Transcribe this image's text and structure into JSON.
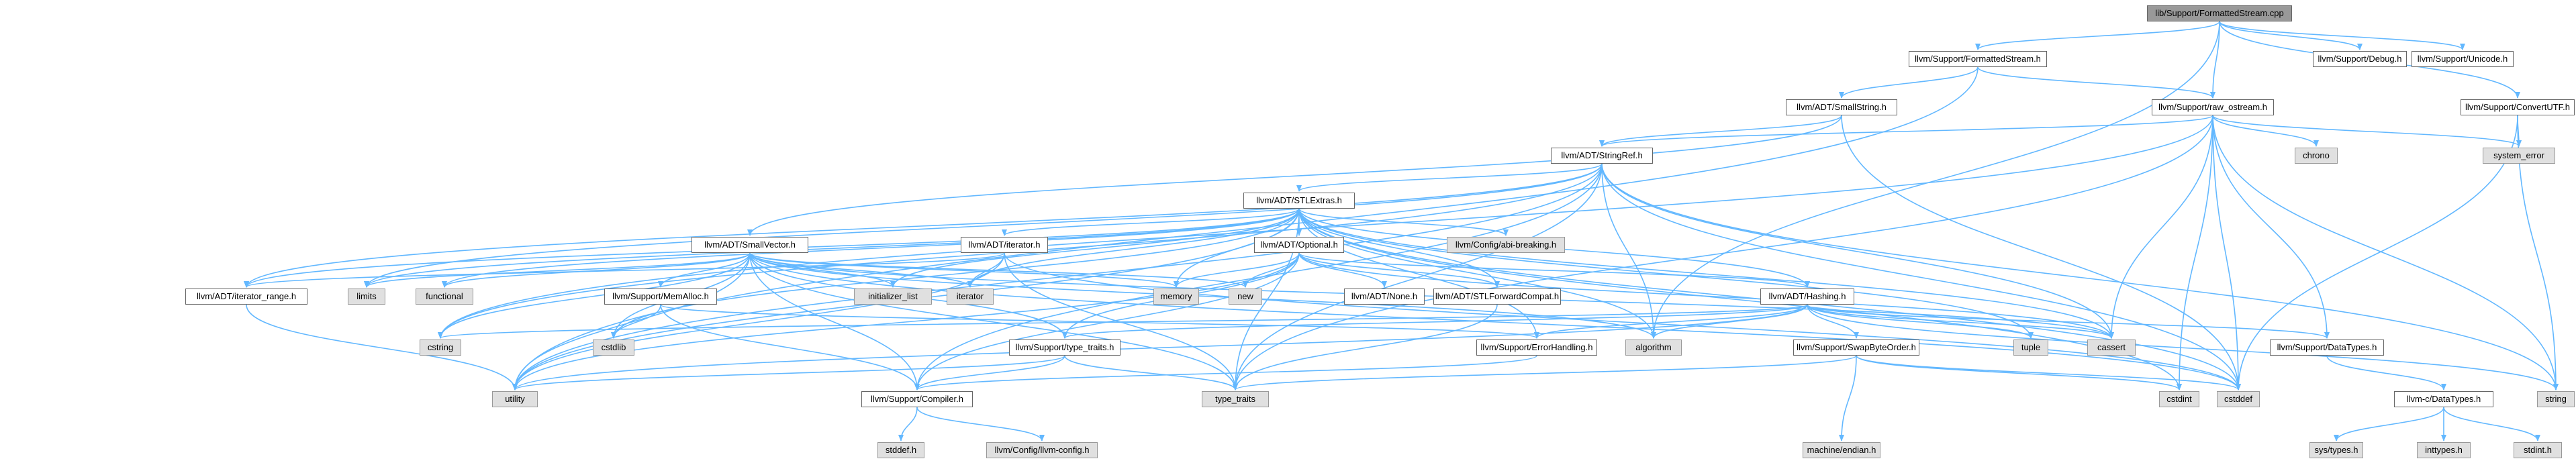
{
  "nodes": [
    {
      "id": "root",
      "label": "lib/Support/FormattedStream.cpp",
      "kind": "root"
    },
    {
      "id": "fs_h",
      "label": "llvm/Support/FormattedStream.h",
      "kind": "local"
    },
    {
      "id": "debug",
      "label": "llvm/Support/Debug.h",
      "kind": "local"
    },
    {
      "id": "unicode",
      "label": "llvm/Support/Unicode.h",
      "kind": "local"
    },
    {
      "id": "smallstring",
      "label": "llvm/ADT/SmallString.h",
      "kind": "local"
    },
    {
      "id": "raw_ostream",
      "label": "llvm/Support/raw_ostream.h",
      "kind": "local"
    },
    {
      "id": "convertutf",
      "label": "llvm/Support/ConvertUTF.h",
      "kind": "local"
    },
    {
      "id": "stringref",
      "label": "llvm/ADT/StringRef.h",
      "kind": "local"
    },
    {
      "id": "chrono",
      "label": "chrono",
      "kind": "system"
    },
    {
      "id": "system_error",
      "label": "system_error",
      "kind": "system"
    },
    {
      "id": "stlextras",
      "label": "llvm/ADT/STLExtras.h",
      "kind": "local"
    },
    {
      "id": "smallvector",
      "label": "llvm/ADT/SmallVector.h",
      "kind": "local"
    },
    {
      "id": "iterator_h",
      "label": "llvm/ADT/iterator.h",
      "kind": "local"
    },
    {
      "id": "optional",
      "label": "llvm/ADT/Optional.h",
      "kind": "local"
    },
    {
      "id": "abi_breaking",
      "label": "llvm/Config/abi-breaking.h",
      "kind": "system"
    },
    {
      "id": "iterator_range",
      "label": "llvm/ADT/iterator_range.h",
      "kind": "local"
    },
    {
      "id": "limits",
      "label": "limits",
      "kind": "system"
    },
    {
      "id": "functional",
      "label": "functional",
      "kind": "system"
    },
    {
      "id": "memalloc",
      "label": "llvm/Support/MemAlloc.h",
      "kind": "local"
    },
    {
      "id": "initializer_list",
      "label": "initializer_list",
      "kind": "system"
    },
    {
      "id": "iterator",
      "label": "iterator",
      "kind": "system"
    },
    {
      "id": "memory",
      "label": "memory",
      "kind": "system"
    },
    {
      "id": "new",
      "label": "new",
      "kind": "system"
    },
    {
      "id": "none",
      "label": "llvm/ADT/None.h",
      "kind": "local"
    },
    {
      "id": "stlforward",
      "label": "llvm/ADT/STLForwardCompat.h",
      "kind": "local"
    },
    {
      "id": "hashing",
      "label": "llvm/ADT/Hashing.h",
      "kind": "local"
    },
    {
      "id": "tuple",
      "label": "tuple",
      "kind": "system"
    },
    {
      "id": "cassert",
      "label": "cassert",
      "kind": "system"
    },
    {
      "id": "datatypes",
      "label": "llvm/Support/DataTypes.h",
      "kind": "local"
    },
    {
      "id": "cstring",
      "label": "cstring",
      "kind": "system"
    },
    {
      "id": "cstdlib",
      "label": "cstdlib",
      "kind": "system"
    },
    {
      "id": "type_traits_h",
      "label": "llvm/Support/type_traits.h",
      "kind": "local"
    },
    {
      "id": "errorhandling",
      "label": "llvm/Support/ErrorHandling.h",
      "kind": "local"
    },
    {
      "id": "algorithm",
      "label": "algorithm",
      "kind": "system"
    },
    {
      "id": "swapbyteorder",
      "label": "llvm/Support/SwapByteOrder.h",
      "kind": "local"
    },
    {
      "id": "utility",
      "label": "utility",
      "kind": "system"
    },
    {
      "id": "compiler",
      "label": "llvm/Support/Compiler.h",
      "kind": "local"
    },
    {
      "id": "type_traits",
      "label": "type_traits",
      "kind": "system"
    },
    {
      "id": "machine_endian",
      "label": "machine/endian.h",
      "kind": "system"
    },
    {
      "id": "cstdint",
      "label": "cstdint",
      "kind": "system"
    },
    {
      "id": "cstddef",
      "label": "cstddef",
      "kind": "system"
    },
    {
      "id": "string",
      "label": "string",
      "kind": "system"
    },
    {
      "id": "c_datatypes",
      "label": "llvm-c/DataTypes.h",
      "kind": "local"
    },
    {
      "id": "stddef_h",
      "label": "stddef.h",
      "kind": "system"
    },
    {
      "id": "llvm_config",
      "label": "llvm/Config/llvm-config.h",
      "kind": "system"
    },
    {
      "id": "sys_types",
      "label": "sys/types.h",
      "kind": "system"
    },
    {
      "id": "inttypes",
      "label": "inttypes.h",
      "kind": "system"
    },
    {
      "id": "stdint_h",
      "label": "stdint.h",
      "kind": "system"
    }
  ],
  "edges": [
    [
      "root",
      "fs_h"
    ],
    [
      "root",
      "debug"
    ],
    [
      "root",
      "unicode"
    ],
    [
      "root",
      "raw_ostream"
    ],
    [
      "root",
      "convertutf"
    ],
    [
      "root",
      "algorithm"
    ],
    [
      "fs_h",
      "smallstring"
    ],
    [
      "fs_h",
      "raw_ostream"
    ],
    [
      "fs_h",
      "utility"
    ],
    [
      "smallstring",
      "smallvector"
    ],
    [
      "smallstring",
      "stringref"
    ],
    [
      "smallstring",
      "cstddef"
    ],
    [
      "raw_ostream",
      "stringref"
    ],
    [
      "raw_ostream",
      "datatypes"
    ],
    [
      "raw_ostream",
      "cassert"
    ],
    [
      "raw_ostream",
      "chrono"
    ],
    [
      "raw_ostream",
      "cstddef"
    ],
    [
      "raw_ostream",
      "cstdint"
    ],
    [
      "raw_ostream",
      "cstring"
    ],
    [
      "raw_ostream",
      "string"
    ],
    [
      "raw_ostream",
      "system_error"
    ],
    [
      "raw_ostream",
      "type_traits"
    ],
    [
      "convertutf",
      "system_error"
    ],
    [
      "convertutf",
      "string"
    ],
    [
      "convertutf",
      "cstddef"
    ],
    [
      "stringref",
      "stlextras"
    ],
    [
      "stringref",
      "iterator_range"
    ],
    [
      "stringref",
      "compiler"
    ],
    [
      "stringref",
      "algorithm"
    ],
    [
      "stringref",
      "cassert"
    ],
    [
      "stringref",
      "cstddef"
    ],
    [
      "stringref",
      "cstring"
    ],
    [
      "stringref",
      "limits"
    ],
    [
      "stringref",
      "string"
    ],
    [
      "stringref",
      "type_traits"
    ],
    [
      "stringref",
      "utility"
    ],
    [
      "stlextras",
      "hashing"
    ],
    [
      "stlextras",
      "optional"
    ],
    [
      "stlextras",
      "stlforward"
    ],
    [
      "stlextras",
      "iterator_h"
    ],
    [
      "stlextras",
      "iterator_range"
    ],
    [
      "stlextras",
      "abi_breaking"
    ],
    [
      "stlextras",
      "errorhandling"
    ],
    [
      "stlextras",
      "algorithm"
    ],
    [
      "stlextras",
      "cassert"
    ],
    [
      "stlextras",
      "cstddef"
    ],
    [
      "stlextras",
      "cstdint"
    ],
    [
      "stlextras",
      "cstdlib"
    ],
    [
      "stlextras",
      "functional"
    ],
    [
      "stlextras",
      "initializer_list"
    ],
    [
      "stlextras",
      "iterator"
    ],
    [
      "stlextras",
      "limits"
    ],
    [
      "stlextras",
      "memory"
    ],
    [
      "stlextras",
      "tuple"
    ],
    [
      "stlextras",
      "type_traits"
    ],
    [
      "stlextras",
      "utility"
    ],
    [
      "smallvector",
      "compiler"
    ],
    [
      "smallvector",
      "memalloc"
    ],
    [
      "smallvector",
      "type_traits_h"
    ],
    [
      "smallvector",
      "algorithm"
    ],
    [
      "smallvector",
      "cassert"
    ],
    [
      "smallvector",
      "cstddef"
    ],
    [
      "smallvector",
      "cstdlib"
    ],
    [
      "smallvector",
      "cstring"
    ],
    [
      "smallvector",
      "functional"
    ],
    [
      "smallvector",
      "initializer_list"
    ],
    [
      "smallvector",
      "iterator"
    ],
    [
      "smallvector",
      "limits"
    ],
    [
      "smallvector",
      "memory"
    ],
    [
      "smallvector",
      "new"
    ],
    [
      "smallvector",
      "type_traits"
    ],
    [
      "smallvector",
      "utility"
    ],
    [
      "iterator_h",
      "iterator_range"
    ],
    [
      "iterator_h",
      "cstddef"
    ],
    [
      "iterator_h",
      "iterator"
    ],
    [
      "iterator_h",
      "type_traits"
    ],
    [
      "iterator_h",
      "utility"
    ],
    [
      "optional",
      "hashing"
    ],
    [
      "optional",
      "none"
    ],
    [
      "optional",
      "stlforward"
    ],
    [
      "optional",
      "compiler"
    ],
    [
      "optional",
      "type_traits_h"
    ],
    [
      "optional",
      "cassert"
    ],
    [
      "optional",
      "memory"
    ],
    [
      "optional",
      "new"
    ],
    [
      "optional",
      "utility"
    ],
    [
      "iterator_range",
      "utility"
    ],
    [
      "memalloc",
      "compiler"
    ],
    [
      "memalloc",
      "errorhandling"
    ],
    [
      "memalloc",
      "cstdlib"
    ],
    [
      "stlforward",
      "type_traits"
    ],
    [
      "hashing",
      "errorhandling"
    ],
    [
      "hashing",
      "swapbyteorder"
    ],
    [
      "hashing",
      "datatypes"
    ],
    [
      "hashing",
      "type_traits_h"
    ],
    [
      "hashing",
      "algorithm"
    ],
    [
      "hashing",
      "cassert"
    ],
    [
      "hashing",
      "cstring"
    ],
    [
      "hashing",
      "string"
    ],
    [
      "hashing",
      "tuple"
    ],
    [
      "hashing",
      "utility"
    ],
    [
      "datatypes",
      "c_datatypes"
    ],
    [
      "type_traits_h",
      "compiler"
    ],
    [
      "type_traits_h",
      "type_traits"
    ],
    [
      "type_traits_h",
      "utility"
    ],
    [
      "errorhandling",
      "compiler"
    ],
    [
      "swapbyteorder",
      "cstddef"
    ],
    [
      "swapbyteorder",
      "cstdint"
    ],
    [
      "swapbyteorder",
      "type_traits"
    ],
    [
      "swapbyteorder",
      "machine_endian"
    ],
    [
      "compiler",
      "llvm_config"
    ],
    [
      "compiler",
      "stddef_h"
    ],
    [
      "c_datatypes",
      "inttypes"
    ],
    [
      "c_datatypes",
      "stdint_h"
    ],
    [
      "c_datatypes",
      "sys_types"
    ]
  ]
}
